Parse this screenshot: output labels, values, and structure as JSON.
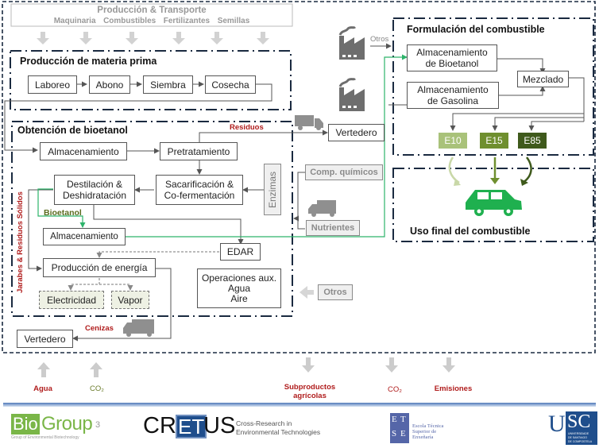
{
  "colors": {
    "frame": "#1a2a40",
    "line": "#555555",
    "green_flow": "#2db36a",
    "residue_red": "#b01c1c",
    "bioethanol_label": "#5a6b1e",
    "e10": "#a9c27a",
    "e15": "#6f8f2f",
    "e85": "#3f5a1c",
    "car": "#1fb04f",
    "grey_icon": "#7a7a7a"
  },
  "top": {
    "title": "Producción & Transporte",
    "items": [
      "Maquinaria",
      "Combustibles",
      "Fertilizantes",
      "Semillas"
    ]
  },
  "raw_material": {
    "title": "Producción de materia prima",
    "steps": [
      "Laboreo",
      "Abono",
      "Siembra",
      "Cosecha"
    ]
  },
  "bioethanol": {
    "title": "Obtención de bioetanol",
    "storage": "Almacenamiento",
    "pretreatment": "Pretratamiento",
    "distillation": "Destilación & Deshidratación",
    "saccharification": "Sacarificación & Co-fermentación",
    "enzymes": "Enzimas",
    "bioethanol_label": "Bioetanol",
    "storage2": "Almacenamiento",
    "edar": "EDAR",
    "energy": "Producción de energía",
    "electricity": "Electricidad",
    "steam": "Vapor",
    "aux_ops": [
      "Operaciones aux.",
      "Agua",
      "Aire"
    ],
    "side_label": "Jarabes & Residuos Sólidos"
  },
  "external": {
    "residues_label": "Residuos",
    "landfill1": "Vertedero",
    "chemicals": "Comp. químicos",
    "nutrients": "Nutrientes",
    "others_top": "Otros",
    "others_bottom": "Otros",
    "ashes_label": "Cenizas",
    "landfill2": "Vertedero"
  },
  "formulation": {
    "title": "Formulación del combustible",
    "bio_storage": "Almacenamiento de Bioetanol",
    "gas_storage": "Almacenamiento de Gasolina",
    "mixing": "Mezclado",
    "blends": [
      "E10",
      "E15",
      "E85"
    ]
  },
  "end_use": {
    "title": "Uso final del combustible"
  },
  "flows": {
    "inputs": [
      {
        "label": "Agua",
        "style": "red"
      },
      {
        "label": "CO₂",
        "style": "green"
      }
    ],
    "outputs": [
      {
        "label": "Subproductos agrícolas",
        "style": "red"
      },
      {
        "label": "CO₂",
        "style": "red"
      },
      {
        "label": "Emisiones",
        "style": "red"
      }
    ]
  },
  "logos": {
    "biogroup": {
      "bio": "Bio",
      "group": "Group",
      "sup": "3",
      "tagline": "Group of Environmental Biotechnology"
    },
    "cretus": {
      "cr": "CR",
      "et": "ET",
      "us": "US",
      "tagline1": "Cross-Research in",
      "tagline2": "Environmental Technologies"
    },
    "etse": {
      "letters": [
        "E",
        "T",
        "S",
        "E"
      ],
      "line1": "Escola Técnica",
      "line2": "Superior de",
      "line3": "Enxeñaría"
    },
    "usc": {
      "u": "U",
      "sc": "SC",
      "line1": "UNIVERSIDADE",
      "line2": "DE SANTIAGO",
      "line3": "DE COMPOSTELA"
    }
  },
  "icons": {
    "factory": "factory-icon",
    "truck": "truck-icon",
    "car": "car-icon",
    "arrow": "arrow-icon"
  }
}
